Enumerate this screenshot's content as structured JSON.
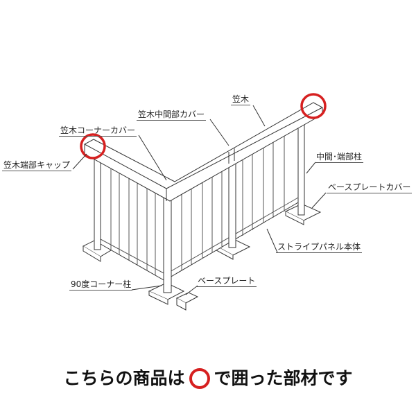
{
  "labels": {
    "kasagi": "笠木",
    "kasagi_middle_cover": "笠木中間部カバー",
    "kasagi_corner_cover": "笠木コーナーカバー",
    "kasagi_end_cap": "笠木端部キャップ",
    "middle_end_post": "中間･端部柱",
    "base_plate_cover": "ベースプレートカバー",
    "stripe_panel": "ストライプパネル本体",
    "corner_post": "90度コーナー柱",
    "base_plate": "ベースプレート"
  },
  "caption": {
    "before": "こちらの商品は",
    "after": "で囲った部材です"
  },
  "colors": {
    "highlight": "#d62020",
    "line": "#333333"
  }
}
